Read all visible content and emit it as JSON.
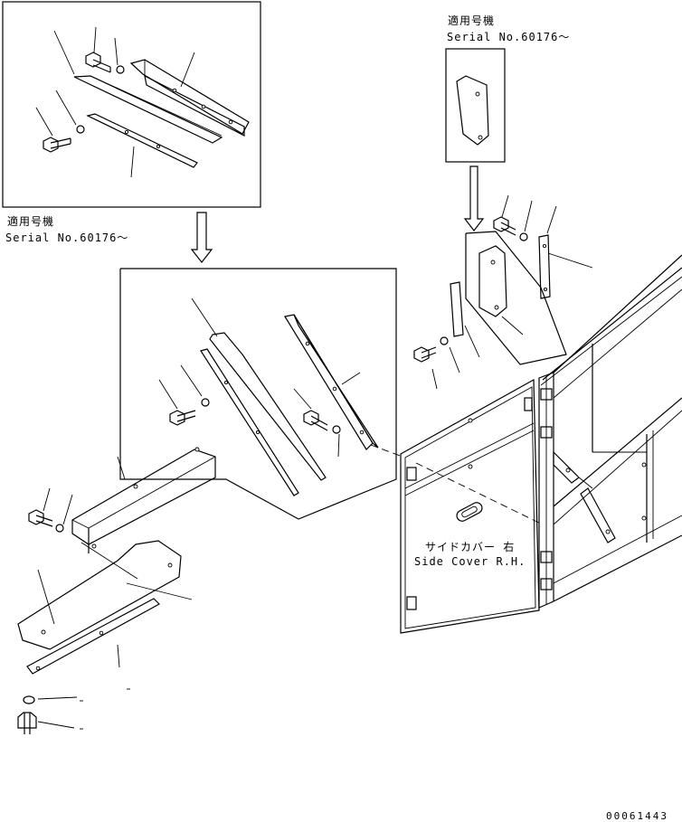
{
  "top_left_note": {
    "applicable": "適用号機",
    "serial": "Serial No.60176～"
  },
  "top_right_note": {
    "applicable": "適用号機",
    "serial": "Serial No.60176～"
  },
  "side_cover_label": {
    "jp": "サイドカバー 右",
    "en": "Side Cover R.H."
  },
  "drawing_number": "00061443"
}
